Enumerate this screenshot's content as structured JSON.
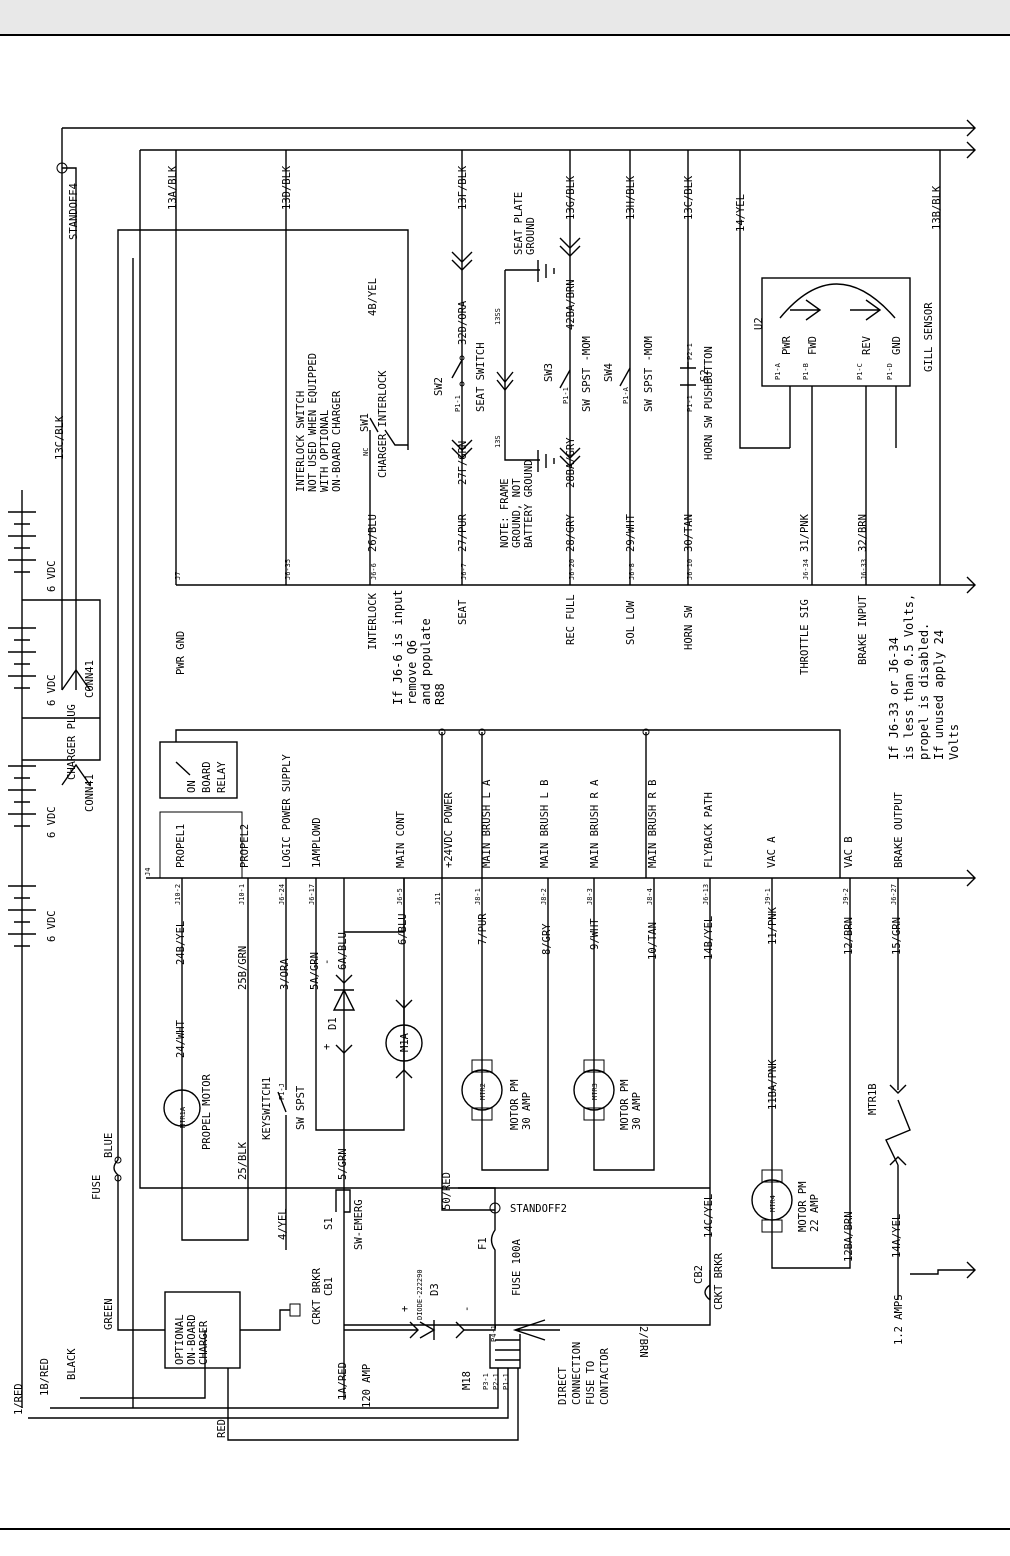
{
  "labels": {
    "standoff4": "STANDOFF4",
    "w13c": "13C/BLK",
    "vdc1": "6 VDC",
    "vdc2": "6 VDC",
    "vdc3": "6 VDC",
    "vdc4": "6 VDC",
    "conn41a": "CONN41",
    "conn41b": "CONN41",
    "charger_plug": "CHARGER PLUG",
    "blue": "BLUE",
    "fuse": "FUSE",
    "green": "GREEN",
    "black": "BLACK",
    "w1bred": "1B/RED",
    "w1red": "1/RED",
    "red": "RED",
    "charger": [
      "OPTIONAL",
      "ON-BOARD",
      "CHARGER"
    ],
    "w13a": "13A/BLK",
    "pwr_gnd": "PWR GND",
    "j7": "J7",
    "w13d": "13D/BLK",
    "j635": "J6-35",
    "interlock_note": [
      "INTERLOCK SWITCH",
      "NOT USED WHEN EQUIPPED",
      "WITH OPTIONAL",
      "ON-BOARD CHARGER"
    ],
    "sw1": "SW1",
    "nc": "NC",
    "w4byel": "4B/YEL",
    "charger_interlock": "CHARGER INTERLOCK",
    "w26": "26/BLU",
    "j66": "J6-6",
    "interlock": "INTERLOCK",
    "j6_note": [
      "If J6-6 is input",
      "remove Q6",
      "and populate",
      "R88"
    ],
    "w13f": "13F/BLK",
    "w32d": "32D/ORA",
    "sw2": "SW2",
    "p11a": "P1-1",
    "seat_switch": "SEAT SWITCH",
    "w27f": "27F/GRN",
    "w27": "27/PUR",
    "j67": "J6-7",
    "seat": "SEAT",
    "seat_plate": [
      "SEAT PLATE",
      "GROUND"
    ],
    "w13ss": "13SS",
    "w13s": "13S",
    "w13g": "13G/BLK",
    "w42ba": "42BA/BRN",
    "sw3": "SW3",
    "p11b": "P1-1",
    "sw_spst_mom1": "SW SPST -MOM",
    "w28ba": "28BA/GRY",
    "frame_note": [
      "NOTE: FRAME",
      "GROUND, NOT",
      "BATTERY GROUND"
    ],
    "w28": "28/GRY",
    "j620": "J6-20",
    "rec_full": "REC FULL",
    "w13h": "13H/BLK",
    "sw4": "SW4",
    "p1a": "P1-A",
    "sw_spst_mom2": "SW SPST -MOM",
    "w29": "29/WHT",
    "j68": "J6-8",
    "sol_low": "SOL LOW",
    "w13c2": "13C/BLK",
    "p21": "P2-1",
    "s2": "S2",
    "p11c": "P1-1",
    "horn_pb": "HORN SW PUSHBUTTON",
    "w30": "30/TAN",
    "j610": "J6-10",
    "horn_sw": "HORN SW",
    "w14yel": "14/YEL",
    "u2": "U2",
    "pwr": "PWR",
    "fwd": "FWD",
    "rev": "REV",
    "gnd": "GND",
    "gill": "GILL SENSOR",
    "p1pa": "P1-A",
    "p1pb": "P1-B",
    "p1pc": "P1-C",
    "p1pd": "P1-D",
    "w31": "31/PNK",
    "j634": "J6-34",
    "throttle": "THROTTLE SIG",
    "w32": "32/BRN",
    "j633": "J6-33",
    "brake_input": "BRAKE INPUT",
    "w13b": "13B/BLK",
    "brake_note": [
      "If J6-33 or J6-34",
      "is less than 0.5 Volts,",
      "propel is disabled.",
      "If unused apply 24",
      "Volts"
    ],
    "on_board_relay": [
      "ON",
      "BOARD",
      "RELAY"
    ],
    "propel1": "PROPEL1",
    "propel2": "PROPEL2",
    "logic_ps": "LOGIC POWER SUPPLY",
    "iamplowd": "1AMPLOWD",
    "main_cont": "MAIN CONT",
    "p24v": "+24VDC POWER",
    "mbla": "MAIN BRUSH L A",
    "mblb": "MAIN BRUSH L B",
    "mbra": "MAIN BRUSH R A",
    "mbrb": "MAIN BRUSH R B",
    "flyback": "FLYBACK PATH",
    "vaca": "VAC A",
    "vacb": "VAC B",
    "brake_out": "BRAKE OUTPUT",
    "j4": "J4",
    "j102": "J10-2",
    "j101": "J10-1",
    "j624": "J6-24",
    "j617": "J6-17",
    "j65": "J6-5",
    "j11": "J11",
    "j81": "J8-1",
    "j82": "J8-2",
    "j83": "J8-3",
    "j84": "J8-4",
    "j613": "J6-13",
    "j91": "J9-1",
    "j92": "J9-2",
    "j627": "J6-27",
    "w24b": "24B/YEL",
    "w24": "24/WHT",
    "mtr1a": "MTR1A",
    "propel_motor": "PROPEL MOTOR",
    "w25": "25/BLK",
    "w25b": "25B/GRN",
    "w3": "3/ORA",
    "keyswitch": "KEYSWITCH1",
    "p1jk": "P1-J",
    "sw_spst": "SW SPST",
    "w5a": "5A/GRN",
    "w5": "5/GRN",
    "w4": "4/YEL",
    "w6a": "6A/BLU",
    "w6": "6/BLU",
    "d1": "D1",
    "m1a": "M1A",
    "w7": "7/PUR",
    "mtr2": "MTR2",
    "motor_pm1": [
      "MOTOR PM",
      "30 AMP"
    ],
    "w8": "8/GRY",
    "w9": "9/WHT",
    "mtr3": "MTR3",
    "motor_pm2": [
      "MOTOR PM",
      "30 AMP"
    ],
    "w10": "10/TAN",
    "w14b": "14B/YEL",
    "w11": "11/PNK",
    "w11ba": "11BA/PNK",
    "mtr4": "MTR4",
    "motor_pm3": [
      "MOTOR PM",
      "22 AMP"
    ],
    "w12": "12/BRN",
    "w12ba": "12BA/BRN",
    "w15": "15/GRN",
    "mtr1b": "MTR1B",
    "w14a": "14A/YEL",
    "amps12": "1.2 AMPS",
    "s1": "S1",
    "sw_emerg": "SW-EMERG",
    "crkt_brkr1": "CRKT BRKR",
    "cb1": "CB1",
    "w1a": "1A/RED",
    "amp120": "120 AMP",
    "w50": "50/RED",
    "standoff2": "STANDOFF2",
    "d3": "D3",
    "diode": "DIODE-222290",
    "f1": "F1",
    "fuse100": "FUSE 100A",
    "w14c": "14C/YEL",
    "cb2": "CB2",
    "crkt_brkr2": "CRKT BRKR",
    "w2": "2/BRN",
    "m18": "M18",
    "p41": "P4-1",
    "p31": "P3-1",
    "p2_1": "P2-1",
    "p1_1": "P1-1",
    "direct": [
      "DIRECT",
      "CONNECTION",
      "FUSE TO",
      "CONTACTOR"
    ],
    "plus1": "+",
    "minus1": "-",
    "plus2": "+",
    "minus2": "-"
  }
}
